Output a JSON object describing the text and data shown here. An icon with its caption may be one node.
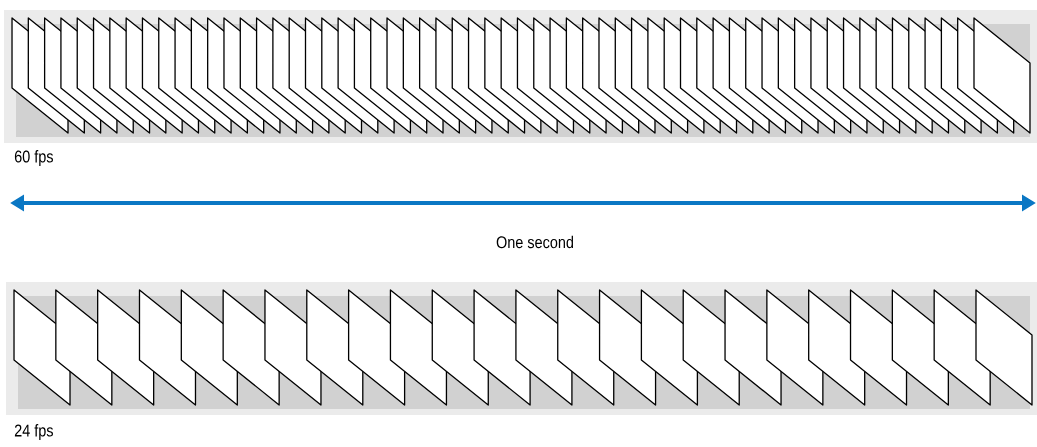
{
  "diagram": {
    "labels": [
      "60 fps",
      "One second",
      "24 fps"
    ]
  }
}
